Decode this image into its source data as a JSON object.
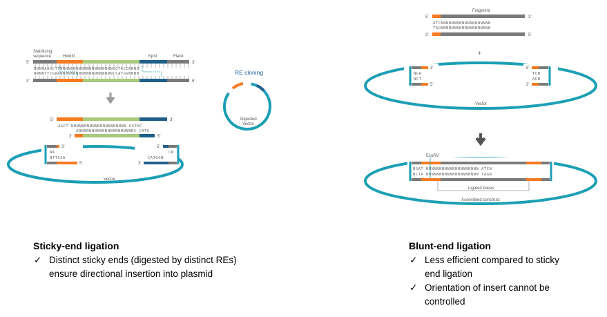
{
  "sticky": {
    "labels": {
      "stabilizing": [
        "Stabilizing",
        "sequence"
      ],
      "hindiii": "HindIII",
      "kpni": "KpnI",
      "flank": "Flank",
      "five_prime": "5'",
      "three_prime": "3'",
      "vector": "Vector"
    },
    "sequences": {
      "top": "NNNNAAGCTTNNNNNNNNNNNNNNNNNNNNGGTACCNNNN",
      "bottom": "NNNNTTCGAANNNNNNNNNNNNNNNNNNNNCCATGGNNNN",
      "frag_top": "AGCT NNNNNNNNNNNNNNNNNNNNN GGTAC",
      "frag_bottom": "ANNNNNNNNNNNNNNNNNNNNNC CATG",
      "vec_left_top": "NA",
      "vec_left_bottom": "NTTCGA",
      "vec_right_top": "CN",
      "vec_right_bottom": "CATGGN"
    }
  },
  "re_cloning": {
    "title": "RE cloning",
    "label": [
      "Digested",
      "Vector"
    ]
  },
  "blunt": {
    "labels": {
      "fragment": "Fragment",
      "plus": "+",
      "vector": "Vector",
      "ecorv": "EcoRV",
      "ligated": "Ligated bases",
      "assembled": "Assembled construct",
      "five_prime": "5'",
      "three_prime": "3'"
    },
    "sequences": {
      "frag_top": "ATCNNNNNNNNNNNNNNNNNNN",
      "frag_bottom": "TAGNNNNNNNNNNNNNNNNNNN",
      "vec_left": [
        "NGA",
        "NCT"
      ],
      "vec_right": [
        "TCN",
        "AGN"
      ],
      "asm_top": "NGAT NNNNNNNNNNNNNNNNNNNN ATCN",
      "asm_bottom": "NCTA NNNNNNNNNNNNNNNNNNNN TAGN"
    }
  },
  "captions": {
    "sticky": {
      "title": "Sticky-end ligation",
      "items": [
        "Distinct sticky ends (digested by distinct REs)\nensure directional insertion into plasmid"
      ]
    },
    "blunt": {
      "title": "Blunt-end ligation",
      "items": [
        "Less efficient compared to sticky\nend ligation",
        "Orientation of insert cannot be\ncontrolled"
      ]
    }
  },
  "colors": {
    "teal": "#1b9fb5",
    "orange": "#f47b20",
    "green": "#a9c97b",
    "navy": "#1f5f8a",
    "gray": "#7a7a7a",
    "dark": "#4a4a4a"
  }
}
